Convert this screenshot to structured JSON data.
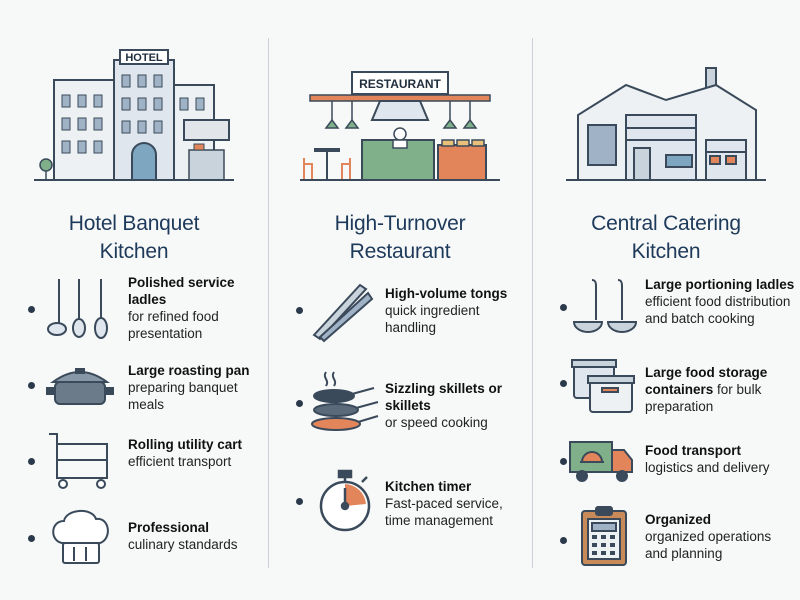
{
  "columns": [
    {
      "sign": "HOTEL",
      "title": "Hotel Banquet\nKitchen",
      "items": [
        {
          "bold": "Polished service ladles",
          "text": "for refined food presentation",
          "icon": "ladle-set-icon"
        },
        {
          "bold": "Large roasting pan",
          "text": "preparing banquet meals",
          "icon": "roasting-pan-icon"
        },
        {
          "bold": "Rolling utility cart",
          "text": "efficient transport",
          "icon": "utility-cart-icon"
        },
        {
          "bold": "Professional",
          "text": "culinary standards",
          "icon": "chef-hat-icon"
        }
      ]
    },
    {
      "sign": "RESTAURANT",
      "title": "High-Turnover\nRestaurant",
      "items": [
        {
          "bold": "High-volume tongs",
          "text": "quick ingredient handling",
          "icon": "tongs-icon"
        },
        {
          "bold": "Sizzling skillets or skillets",
          "text": "or speed cooking",
          "icon": "skillets-icon"
        },
        {
          "bold": "Kitchen timer",
          "text": "Fast-paced service, time management",
          "icon": "timer-icon"
        }
      ]
    },
    {
      "title": "Central Catering\nKitchen",
      "items": [
        {
          "bold": "Large portioning ladles",
          "text": "efficient food distribution and batch cooking",
          "icon": "portioning-ladles-icon"
        },
        {
          "bold": "Large food storage containers",
          "text": "for bulk preparation",
          "icon": "storage-containers-icon"
        },
        {
          "bold": "Food transport",
          "text": "logistics and delivery",
          "icon": "transport-truck-icon"
        },
        {
          "bold": "Organized",
          "text": "organized operations and planning",
          "icon": "clipboard-icon"
        }
      ]
    }
  ],
  "colors": {
    "accent_orange": "#e2855a",
    "accent_green": "#7fb08a",
    "stroke": "#3a4a5a",
    "title": "#1e3a5a"
  }
}
